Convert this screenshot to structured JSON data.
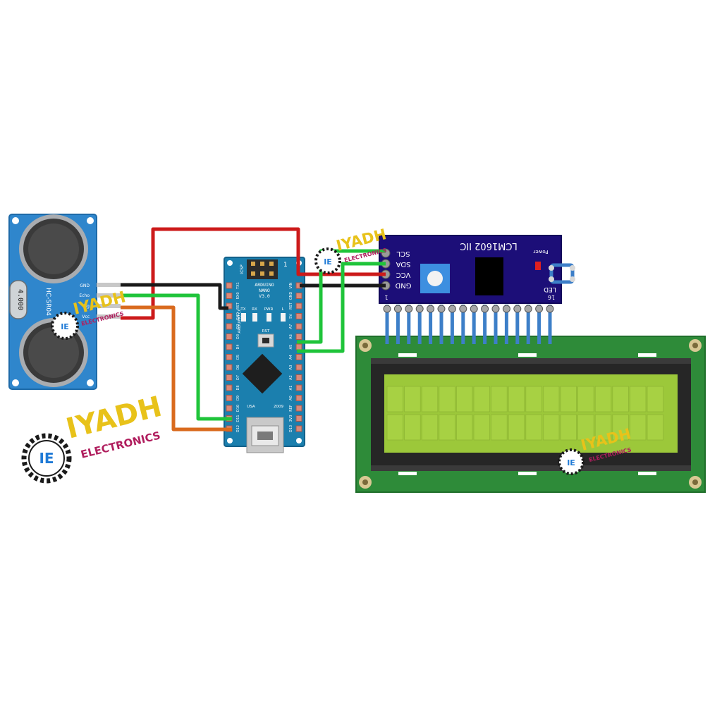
{
  "sensor": {
    "model": "HC-SR04",
    "display_value": "4.000",
    "pins": [
      "GND",
      "Echo",
      "Trig",
      "Vcc"
    ]
  },
  "nano": {
    "title_line1": "ARDUINO",
    "title_line2": "NANO",
    "title_line3": "V3.0",
    "icsp_label": "ICSP",
    "pin1_marker": "1",
    "led_labels": [
      "TX",
      "RX",
      "PWR",
      "L"
    ],
    "rst_label": "RST",
    "usa_label": "USA",
    "year_label": "2009",
    "side_brand": "ARDUINO.CC",
    "left_pins": [
      "TX1",
      "RX0",
      "RST",
      "GND",
      "D2",
      "D3",
      "D4",
      "D5",
      "D6",
      "D7",
      "D8",
      "D9",
      "D10",
      "D11",
      "D12"
    ],
    "right_pins": [
      "VIN",
      "GND",
      "RST",
      "5V",
      "A7",
      "A6",
      "A5",
      "A4",
      "A3",
      "A2",
      "A1",
      "A0",
      "REF",
      "3V3",
      "D13"
    ]
  },
  "i2c": {
    "title": "LCM1602 IIC",
    "pins": [
      "SCL",
      "SDA",
      "VCC",
      "GND"
    ],
    "power_label": "Power",
    "led_label": "LED",
    "pin_first": "1",
    "pin_last": "16"
  },
  "lcd": {
    "rows": 2,
    "cols": 16
  },
  "watermark": {
    "brand": "IYADH",
    "sub": "ELECTRONICS",
    "badge": "IE"
  },
  "colors": {
    "sensor_board": "#2f86cc",
    "nano_board": "#1b7fae",
    "i2c_board": "#1c0e78",
    "lcd_pcb": "#2e8b39",
    "lcd_screen": "#9cc83a",
    "wire_red": "#cc1a1a",
    "wire_black": "#1a1a1a",
    "wire_green": "#1fc43a",
    "wire_orange": "#d96a1e",
    "header_blue": "#3d7fc8"
  }
}
